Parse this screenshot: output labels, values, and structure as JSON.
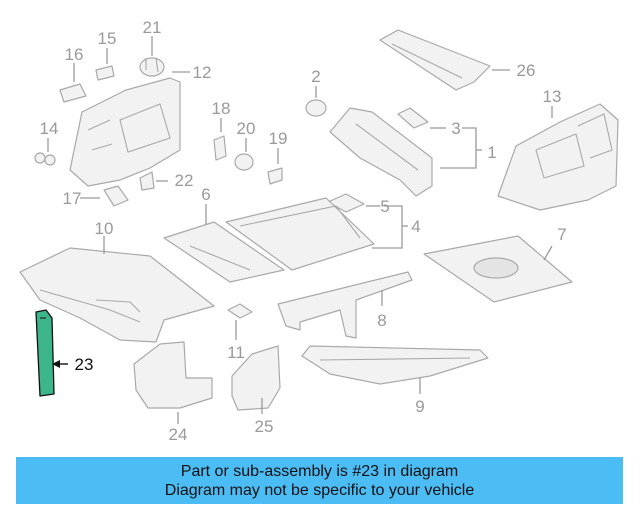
{
  "diagram": {
    "callouts": [
      "1",
      "2",
      "3",
      "4",
      "5",
      "6",
      "7",
      "8",
      "9",
      "10",
      "11",
      "12",
      "13",
      "14",
      "15",
      "16",
      "17",
      "18",
      "19",
      "20",
      "21",
      "22",
      "23",
      "24",
      "25",
      "26"
    ],
    "highlighted_callout": "23",
    "highlight_color": "#3cb58a"
  },
  "banner": {
    "line1": "Part or sub-assembly is #23 in diagram",
    "line2": "Diagram may not be specific to your vehicle",
    "background": "#4cbcf5"
  }
}
